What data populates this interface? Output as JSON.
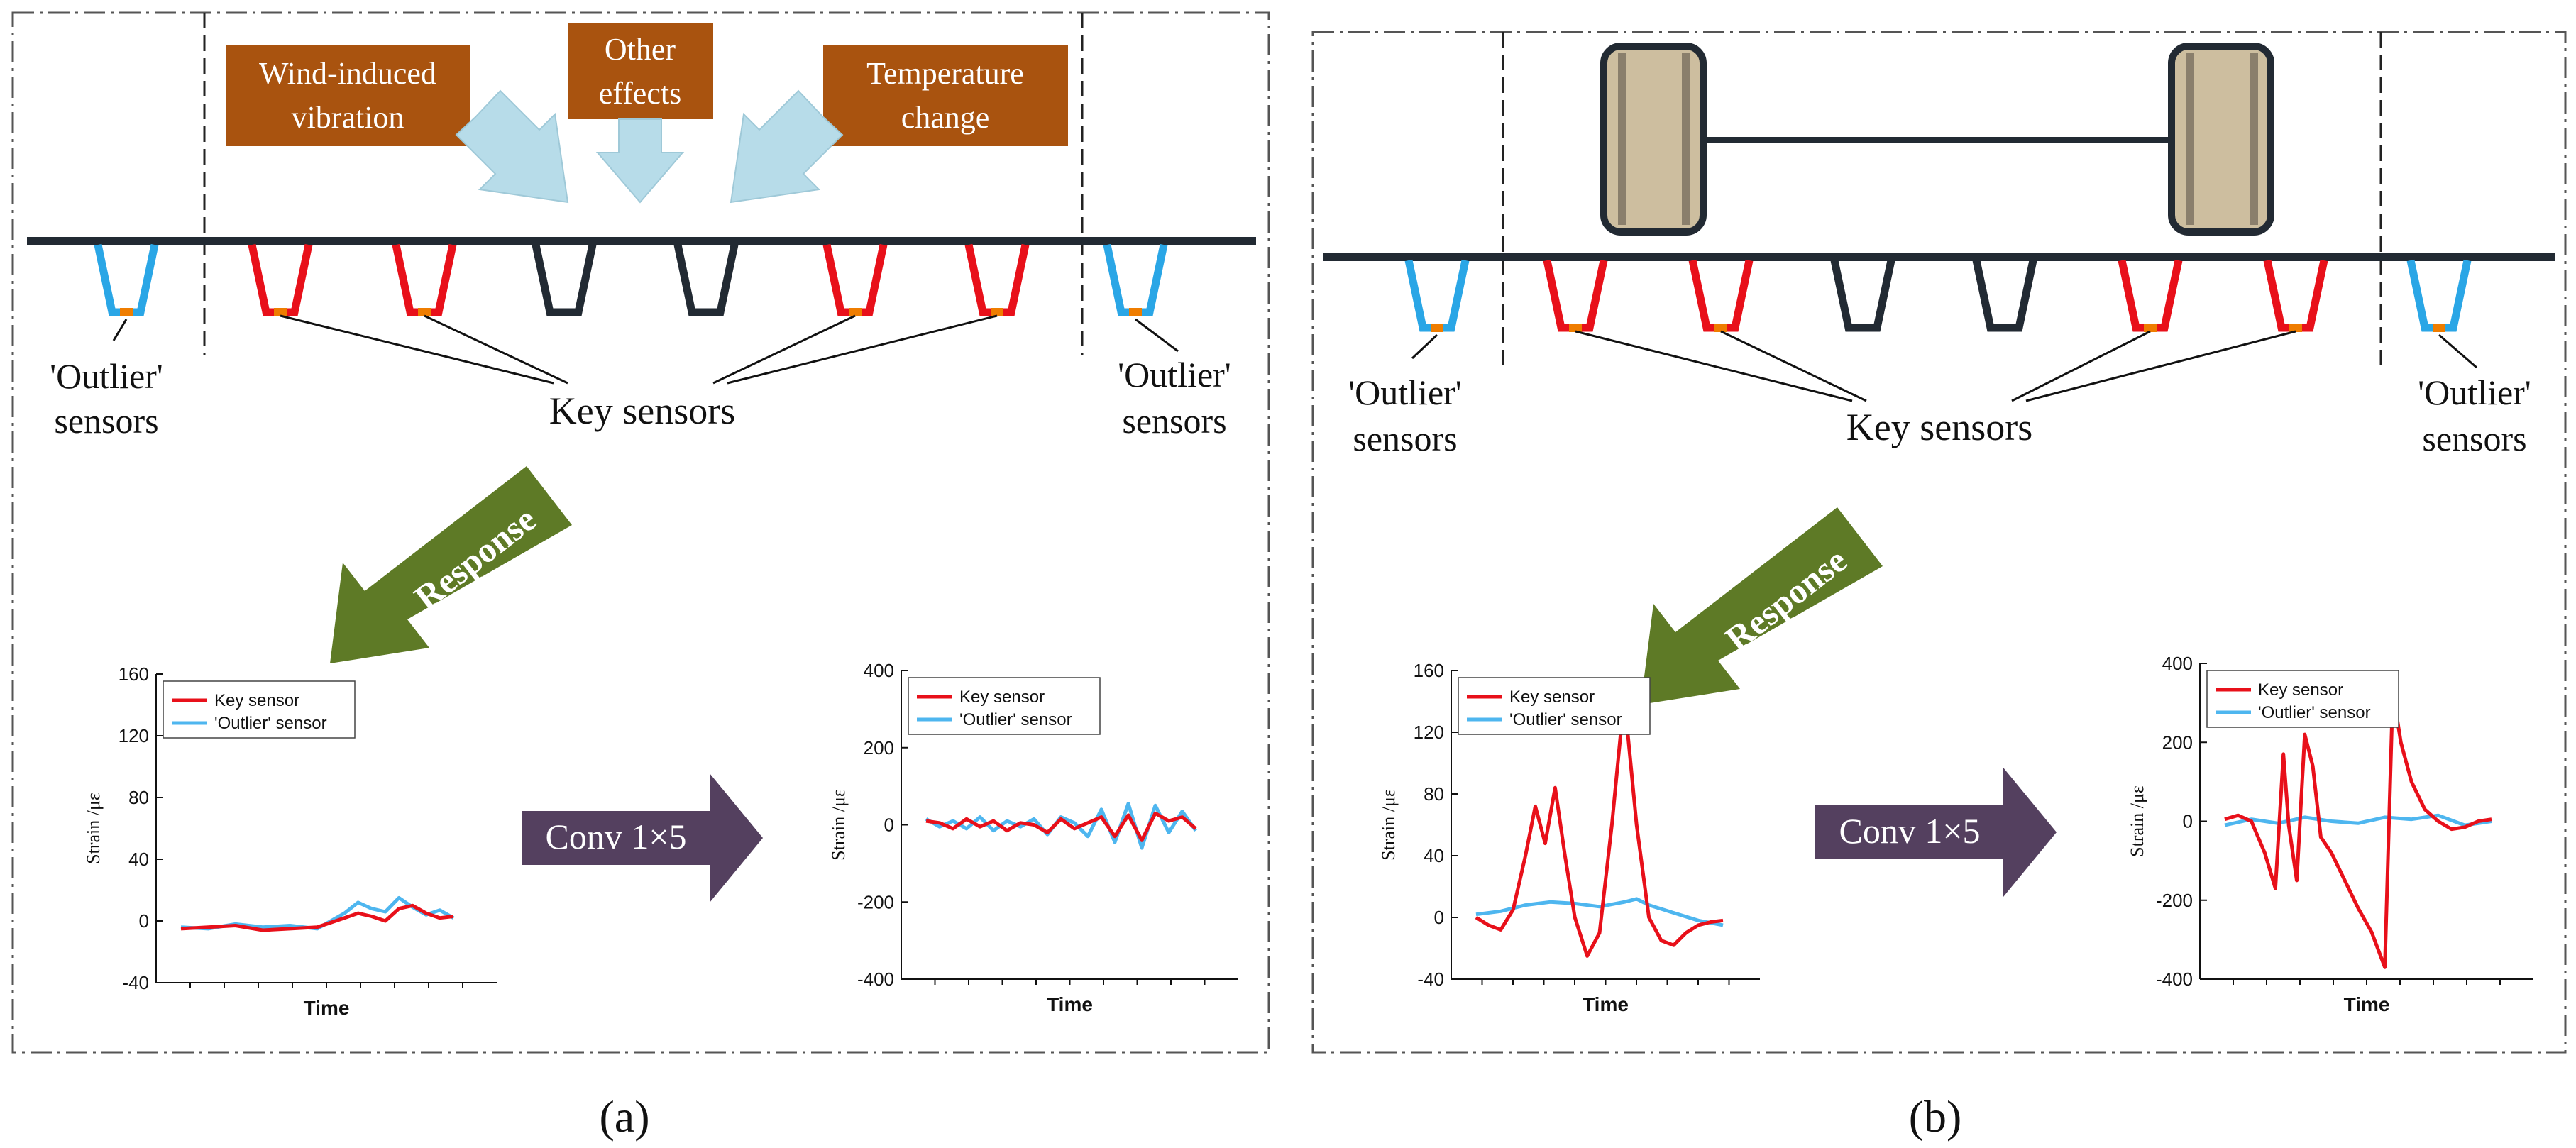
{
  "colors": {
    "beam": "#222a33",
    "key_sensor": "#e8101a",
    "outlier_sensor": "#2aa6e6",
    "neutral_sensor": "#222a33",
    "sensor_dot": "#ef7d00",
    "effect_box": "#a9530f",
    "effect_arrow": "#b7dce9",
    "response_arrow": "#5e7a26",
    "conv_arrow": "#54405f",
    "wheel_fill": "#cdbe9f",
    "series_key": "#e8101a",
    "series_outlier": "#4eb6ef"
  },
  "panels": [
    {
      "id": "a",
      "caption": "(a)",
      "effects": [
        {
          "label_lines": [
            "Wind-induced",
            "vibration"
          ]
        },
        {
          "label_lines": [
            "Other",
            "effects"
          ]
        },
        {
          "label_lines": [
            "Temperature",
            "change"
          ]
        }
      ],
      "left_outlier_label": [
        "'Outlier'",
        "sensors"
      ],
      "right_outlier_label": [
        "'Outlier'",
        "sensors"
      ],
      "key_sensors_label": "Key sensors",
      "response_label": "Response",
      "conv_label": "Conv 1×5"
    },
    {
      "id": "b",
      "caption": "(b)",
      "left_outlier_label": [
        "'Outlier'",
        "sensors"
      ],
      "right_outlier_label": [
        "'Outlier'",
        "sensors"
      ],
      "key_sensors_label": "Key sensors",
      "response_label": "Response",
      "conv_label": "Conv 1×5"
    }
  ],
  "chart_data": [
    {
      "type": "line",
      "panel": "a",
      "xlabel": "Time",
      "ylabel": "Strain /με",
      "ylim": [
        -40,
        160
      ],
      "yticks": [
        -40,
        0,
        40,
        80,
        120,
        160
      ],
      "legend": "top-left",
      "series": [
        {
          "name": "Key sensor",
          "x": [
            0,
            10,
            20,
            30,
            40,
            50,
            60,
            65,
            70,
            75,
            80,
            85,
            90,
            95,
            100
          ],
          "values": [
            -5,
            -4,
            -3,
            -6,
            -5,
            -4,
            2,
            5,
            3,
            0,
            8,
            10,
            5,
            2,
            3
          ]
        },
        {
          "name": "'Outlier' sensor",
          "x": [
            0,
            10,
            20,
            30,
            40,
            50,
            60,
            65,
            70,
            75,
            80,
            85,
            90,
            95,
            100
          ],
          "values": [
            -4,
            -5,
            -2,
            -4,
            -3,
            -5,
            5,
            12,
            8,
            6,
            15,
            9,
            4,
            7,
            2
          ]
        }
      ]
    },
    {
      "type": "line",
      "panel": "a",
      "xlabel": "Time",
      "ylabel": "Strain /με",
      "ylim": [
        -400,
        400
      ],
      "yticks": [
        -400,
        -200,
        0,
        200,
        400
      ],
      "legend": "top-left",
      "series": [
        {
          "name": "Key sensor",
          "x": [
            0,
            5,
            10,
            15,
            20,
            25,
            30,
            35,
            40,
            45,
            50,
            55,
            60,
            65,
            70,
            75,
            80,
            85,
            90,
            95,
            100
          ],
          "values": [
            10,
            5,
            -10,
            15,
            -5,
            10,
            -15,
            5,
            0,
            -20,
            15,
            -10,
            5,
            20,
            -30,
            25,
            -40,
            30,
            10,
            20,
            -10
          ]
        },
        {
          "name": "'Outlier' sensor",
          "x": [
            0,
            5,
            10,
            15,
            20,
            25,
            30,
            35,
            40,
            45,
            50,
            55,
            60,
            65,
            70,
            75,
            80,
            85,
            90,
            95,
            100
          ],
          "values": [
            15,
            -5,
            10,
            -10,
            20,
            -15,
            10,
            -5,
            15,
            -25,
            20,
            5,
            -30,
            40,
            -45,
            55,
            -60,
            50,
            -20,
            35,
            -15
          ]
        }
      ]
    },
    {
      "type": "line",
      "panel": "b",
      "xlabel": "Time",
      "ylabel": "Strain /με",
      "ylim": [
        -40,
        160
      ],
      "yticks": [
        -40,
        0,
        40,
        80,
        120,
        160
      ],
      "legend": "top-left",
      "series": [
        {
          "name": "Key sensor",
          "x": [
            0,
            5,
            10,
            15,
            20,
            24,
            28,
            32,
            36,
            40,
            45,
            50,
            55,
            60,
            65,
            70,
            75,
            80,
            85,
            90,
            95,
            100
          ],
          "values": [
            0,
            -5,
            -8,
            5,
            40,
            72,
            48,
            84,
            40,
            0,
            -25,
            -10,
            60,
            143,
            60,
            0,
            -15,
            -18,
            -10,
            -5,
            -3,
            -2
          ]
        },
        {
          "name": "'Outlier' sensor",
          "x": [
            0,
            10,
            20,
            30,
            40,
            50,
            60,
            65,
            70,
            80,
            90,
            100
          ],
          "values": [
            2,
            4,
            8,
            10,
            9,
            7,
            10,
            12,
            8,
            3,
            -2,
            -5
          ]
        }
      ]
    },
    {
      "type": "line",
      "panel": "b",
      "xlabel": "Time",
      "ylabel": "Strain /με",
      "ylim": [
        -400,
        400
      ],
      "yticks": [
        -400,
        -200,
        0,
        200,
        400
      ],
      "legend": "top-left",
      "series": [
        {
          "name": "Key sensor",
          "x": [
            0,
            5,
            10,
            15,
            19,
            22,
            24,
            27,
            30,
            33,
            36,
            40,
            45,
            50,
            55,
            60,
            63,
            66,
            68,
            70,
            75,
            80,
            85,
            90,
            95,
            100
          ],
          "values": [
            5,
            15,
            0,
            -80,
            -170,
            170,
            -10,
            -150,
            220,
            140,
            -40,
            -80,
            -150,
            -220,
            -280,
            -370,
            330,
            200,
            150,
            100,
            30,
            0,
            -20,
            -15,
            0,
            5
          ]
        },
        {
          "name": "'Outlier' sensor",
          "x": [
            0,
            10,
            20,
            30,
            40,
            50,
            60,
            70,
            80,
            90,
            100
          ],
          "values": [
            -10,
            5,
            -5,
            10,
            0,
            -5,
            10,
            5,
            15,
            -10,
            0
          ]
        }
      ]
    }
  ]
}
